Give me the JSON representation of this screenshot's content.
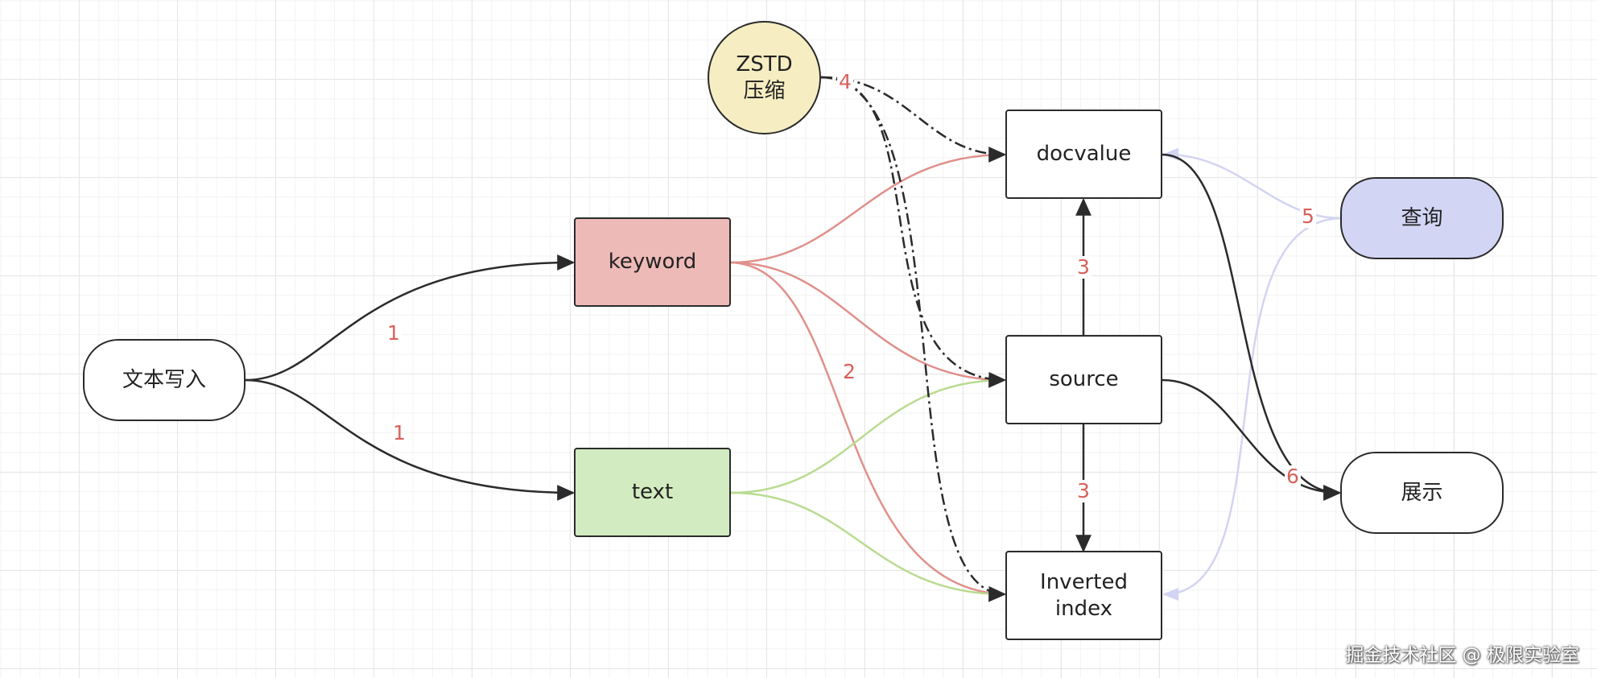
{
  "nodes": {
    "write": "文本写入",
    "keyword": "keyword",
    "text": "text",
    "zstd": "ZSTD\n压缩",
    "docvalue": "docvalue",
    "source": "source",
    "inverted": "Inverted\nindex",
    "query": "查询",
    "display": "展示"
  },
  "edge_labels": {
    "write_keyword": "1",
    "write_text": "1",
    "keyword_inverted": "2",
    "source_docvalue": "3",
    "source_inverted": "3",
    "zstd": "4",
    "query": "5",
    "display": "6"
  },
  "colors": {
    "keyword_fill": "#eebab8",
    "text_fill": "#d3ebc0",
    "zstd_fill": "#f6eec2",
    "query_fill": "#d2d5f4",
    "keyword_edge": "#e0908b",
    "text_edge": "#b9db91",
    "query_edge": "#d3d4f2",
    "dark_edge": "#2b2b2b",
    "label": "#d9605a"
  },
  "watermark": "掘金技术社区 @ 极限实验室"
}
